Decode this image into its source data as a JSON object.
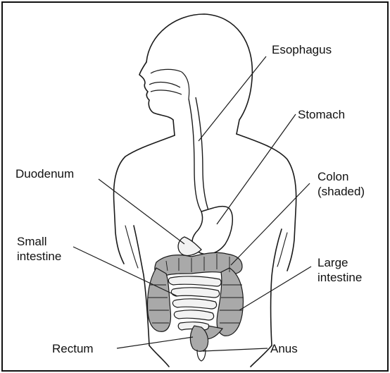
{
  "labels": {
    "esophagus": "Esophagus",
    "stomach": "Stomach",
    "duodenum": "Duodenum",
    "colon_line1": "Colon",
    "colon_line2": "(shaded)",
    "small_line1": "Small",
    "small_line2": "intestine",
    "large_line1": "Large",
    "large_line2": "intestine",
    "rectum": "Rectum",
    "anus": "Anus"
  },
  "colors": {
    "outline": "#1a1a1a",
    "colon_fill": "#a9a9a9",
    "small_intestine_fill": "#f2f2f2",
    "stomach_fill": "#ffffff"
  }
}
